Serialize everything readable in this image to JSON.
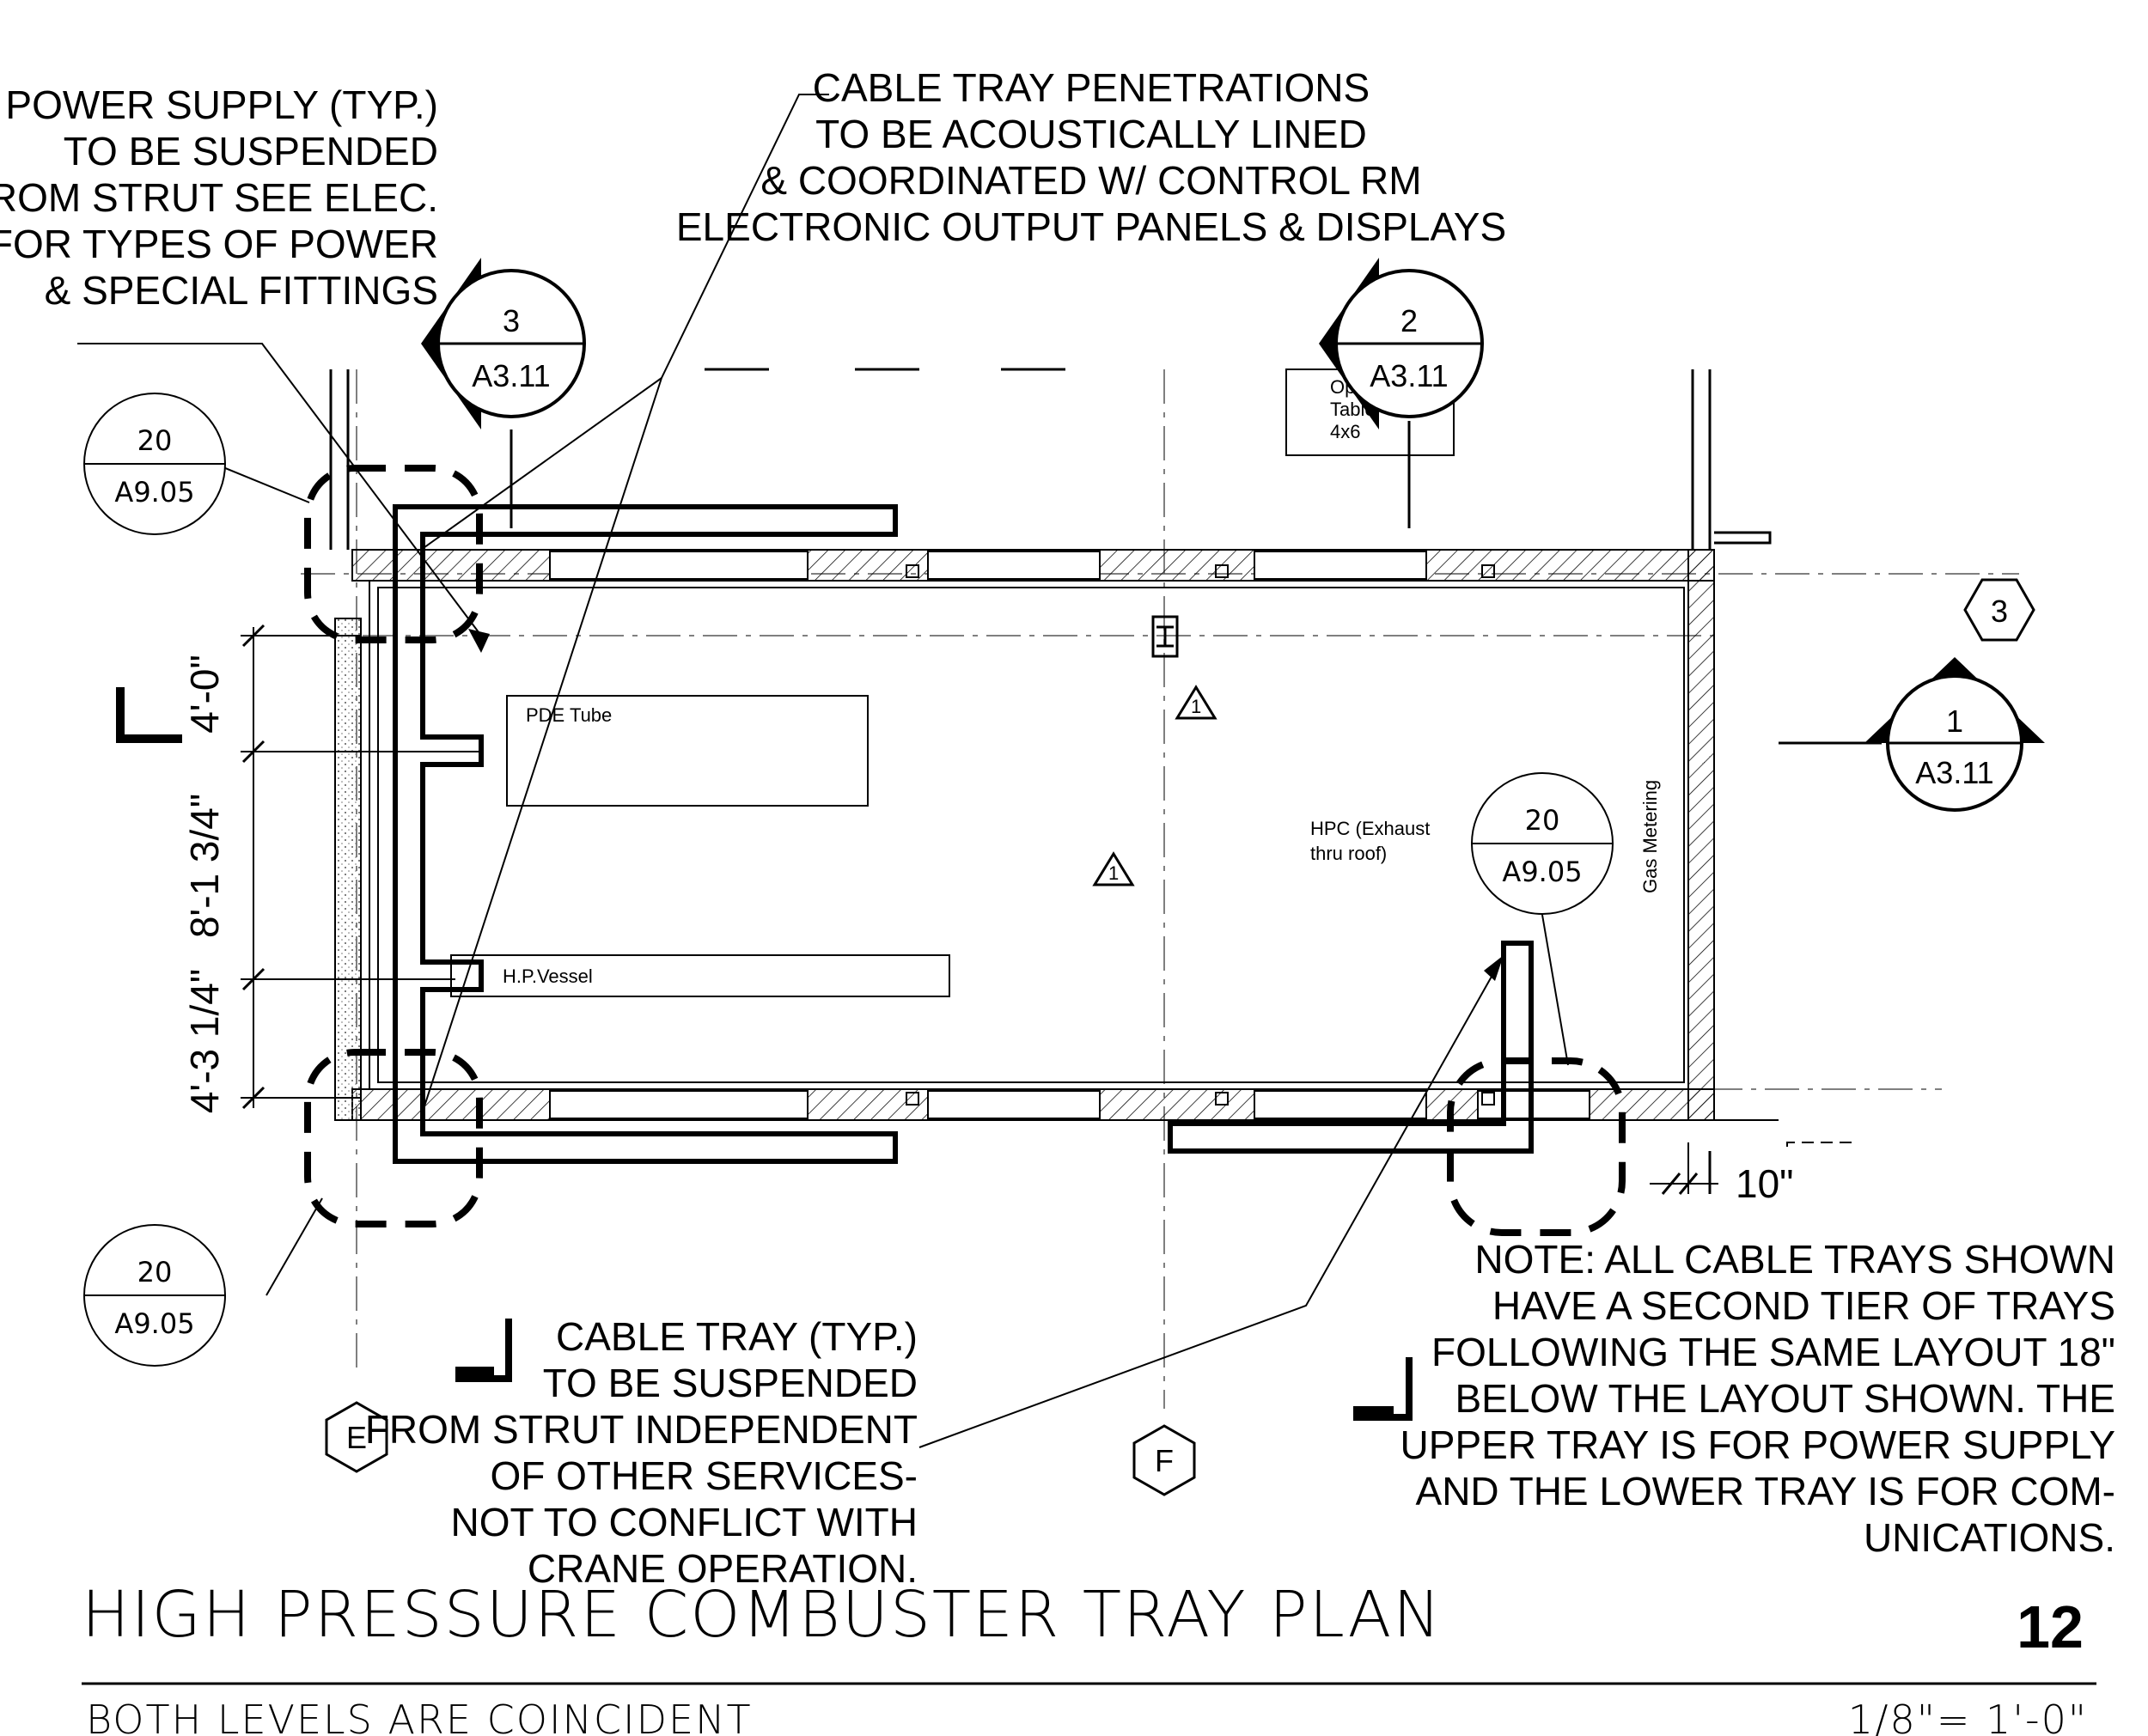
{
  "notes": {
    "power_supply": [
      "POWER SUPPLY (TYP.)",
      "TO BE SUSPENDED",
      "FROM STRUT SEE ELEC.",
      "FOR TYPES OF POWER",
      "& SPECIAL FITTINGS"
    ],
    "penetrations": [
      "CABLE TRAY PENETRATIONS",
      "TO BE ACOUSTICALLY LINED",
      "& COORDINATED W/ CONTROL RM",
      "ELECTRONIC OUTPUT PANELS & DISPLAYS"
    ],
    "cable_tray": [
      "CABLE TRAY (TYP.)",
      "TO BE SUSPENDED",
      "FROM STRUT INDEPENDENT",
      "OF OTHER SERVICES-",
      "NOT TO CONFLICT WITH",
      "CRANE OPERATION."
    ],
    "general": [
      "NOTE: ALL CABLE TRAYS SHOWN",
      "HAVE A SECOND TIER OF TRAYS",
      "FOLLOWING THE SAME LAYOUT 18\"",
      "BELOW THE LAYOUT SHOWN. THE",
      "UPPER TRAY IS FOR POWER SUPPLY",
      "AND THE LOWER TRAY IS FOR COM-",
      "UNICATIONS."
    ]
  },
  "section_markers": [
    {
      "number": "3",
      "sheet": "A3.11"
    },
    {
      "number": "2",
      "sheet": "A3.11"
    },
    {
      "number": "1",
      "sheet": "A3.11"
    }
  ],
  "detail_callouts": [
    {
      "number": "20",
      "sheet": "A9.05"
    },
    {
      "number": "20",
      "sheet": "A9.05"
    },
    {
      "number": "20",
      "sheet": "A9.05"
    }
  ],
  "grid_tags": {
    "e": "E",
    "f": "F",
    "three": "3"
  },
  "revision_marks": [
    "1",
    "1"
  ],
  "equipment": {
    "pde_tube": "PDE Tube",
    "hp_vessel": "H.P.Vessel",
    "hpc": [
      "HPC (Exhaust",
      "thru roof)"
    ],
    "gas_metering": "Gas Metering",
    "optics_table": [
      "Optics",
      "Table",
      "4x6"
    ]
  },
  "dimensions": {
    "upper": "4'-0\"",
    "middle": "8'-1 3/4\"",
    "lower": "4'-3 1/4\"",
    "wall": "10\""
  },
  "title_block": {
    "title": "HIGH PRESSURE COMBUSTER TRAY PLAN",
    "number": "12",
    "subtitle": "BOTH LEVELS ARE COINCIDENT",
    "scale": "1/8\"= 1'-0\""
  }
}
